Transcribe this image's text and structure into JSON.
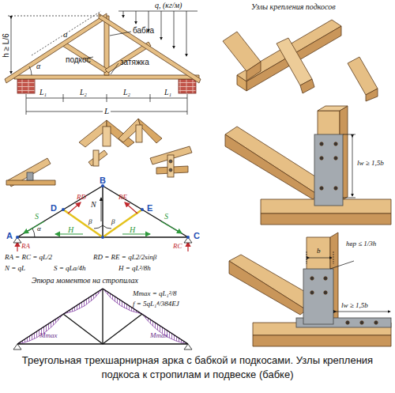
{
  "diagram": {
    "caption": "Треугольная трехшарнирная арка с бабкой и подкосами. Узлы крепления подкоса к стропилам и подвеске (бабке)",
    "labels": [
      "h ≥ L/6",
      "a",
      "бабка",
      "q, (кг/м)",
      "подкос",
      "затяжка",
      "α",
      "L₁",
      "L₂",
      "L₂",
      "L₁",
      "L",
      "A",
      "B",
      "C",
      "D",
      "E",
      "S",
      "S",
      "H",
      "H",
      "N",
      "RD",
      "RE",
      "RA",
      "RC",
      "α",
      "β",
      "β",
      "RA = RC = qL/2",
      "RD = RE = qL2/2sinβ",
      "N = qL",
      "S = qLa/4h",
      "H = qL²/8h",
      "Эпюра моментов на стропилах",
      "Mmax = qL₁²/8",
      "f = 5qL₁⁴/384EJ",
      "Mmax",
      "Mmax",
      "Узлы крепления подкосов",
      "lw ≥ 1,5b",
      "hвр ≤ 1/3h",
      "b",
      "lw ≥ 1,5b"
    ]
  }
}
